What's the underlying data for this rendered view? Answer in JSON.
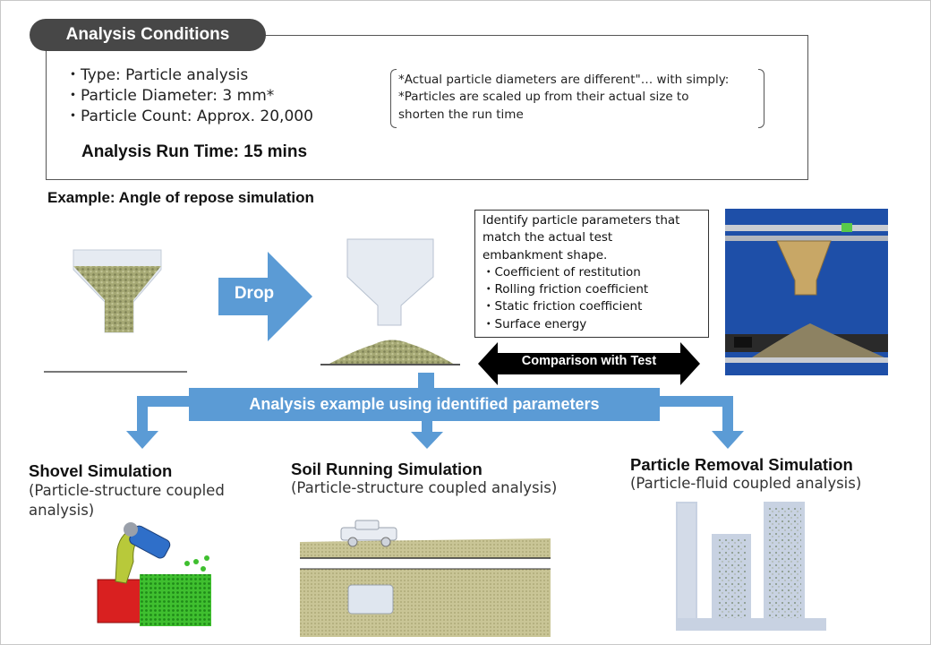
{
  "conditions": {
    "header": "Analysis Conditions",
    "items": [
      "・Type: Particle analysis",
      "・Particle Diameter: 3 mm*",
      "・Particle Count: Approx. 20,000"
    ],
    "run_time": "Analysis Run Time: 15 mins",
    "notes": [
      "*Actual particle diameters are different\"… with simply:",
      "*Particles are scaled up from their actual size to",
      " shorten the run time"
    ]
  },
  "example": {
    "title": "Example: Angle of repose simulation",
    "drop_label": "Drop",
    "comparison_label": "Comparison with Test",
    "identify_lines": [
      "Identify particle parameters that",
      "match the actual test",
      "embankment shape.",
      " ・Coefficient of restitution",
      " ・Rolling friction coefficient",
      " ・Static friction coefficient",
      " ・Surface energy"
    ]
  },
  "banner": "Analysis example using identified parameters",
  "simulations": [
    {
      "title": "Shovel Simulation",
      "subtitle_lines": [
        "(Particle-structure coupled",
        "analysis)"
      ]
    },
    {
      "title": "Soil Running Simulation",
      "subtitle_lines": [
        "(Particle-structure coupled analysis)"
      ]
    },
    {
      "title": "Particle Removal Simulation",
      "subtitle_lines": [
        "(Particle-fluid coupled analysis)"
      ]
    }
  ],
  "colors": {
    "accent_blue": "#5b9bd5",
    "header_gray": "#474747",
    "particle_olive": "#a5a874",
    "shovel_green": "#3fbf2f"
  }
}
